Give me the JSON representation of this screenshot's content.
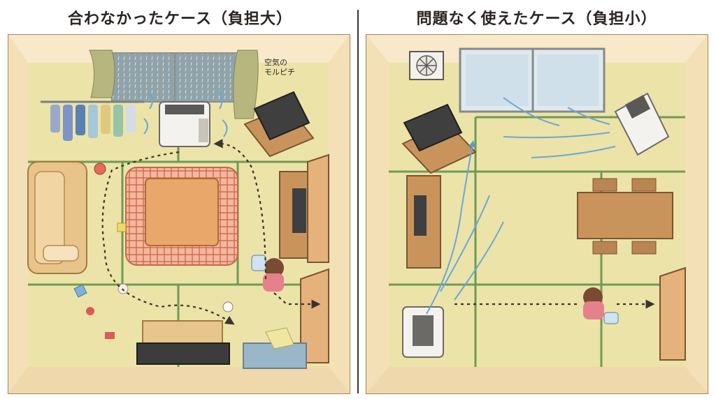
{
  "panels": {
    "left": {
      "title": "合わなかったケース（負担大）",
      "annotation_line1": "空気の",
      "annotation_line2": "モルピチ"
    },
    "right": {
      "title": "問題なく使えたケース（負担小）"
    }
  },
  "colors": {
    "frame": "#c9a46a",
    "wall": "#f5e6c4",
    "tatami": "#ede3a6",
    "tatami_border": "#6f9a55",
    "airflow": "#6aa7d6",
    "path": "#3a3430",
    "kotatsu": "#d98a6a"
  }
}
